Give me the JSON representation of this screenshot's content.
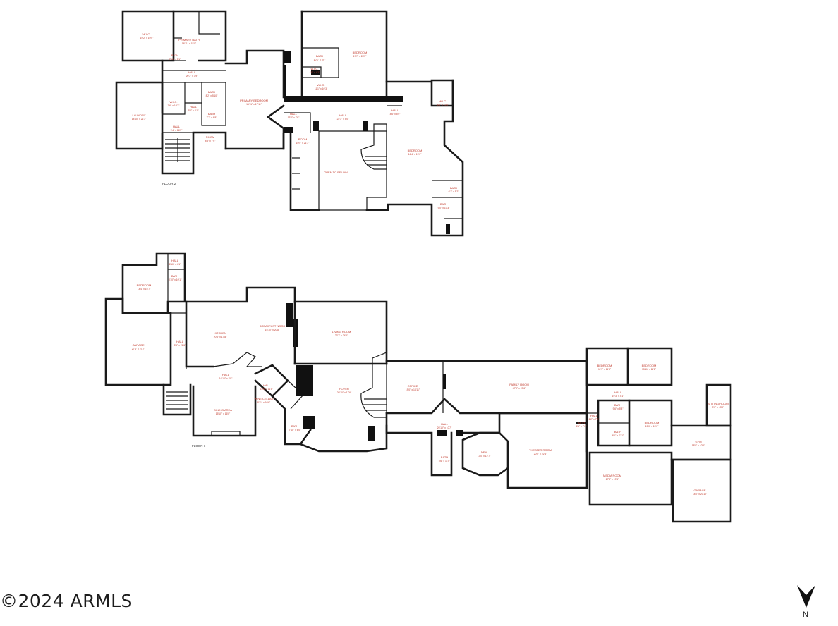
{
  "copyright": "©2024 ARMLS",
  "compass_letter": "N",
  "floor2": {
    "label": "FLOOR 2",
    "rooms": [
      {
        "name": "W.I.C.",
        "dim": "10'2\" x 10'0\""
      },
      {
        "name": "PRIMARY BATH",
        "dim": "16'11\" x 15'0\""
      },
      {
        "name": "BATH",
        "dim": "7'10\" x 5'1\""
      },
      {
        "name": "HALL",
        "dim": "20'7\" x 3'9\""
      },
      {
        "name": "PRIMARY BEDROOM",
        "dim": "16'11\" x 17'11\""
      },
      {
        "name": "LAUNDRY",
        "dim": "14'10\" x 21'3\""
      },
      {
        "name": "W.I.C.",
        "dim": "7'6\" x 10'2\""
      },
      {
        "name": "HALL",
        "dim": "5'6\" x 5'1\""
      },
      {
        "name": "BATH",
        "dim": "8'2\" x 5'10\""
      },
      {
        "name": "BATH",
        "dim": "7'7\" x 6'8\""
      },
      {
        "name": "HALL",
        "dim": "9'4\" x 16'3\""
      },
      {
        "name": "ROOM",
        "dim": "8'5\" x 7'6\""
      },
      {
        "name": "BATH",
        "dim": "10'1\" x 5'0\""
      },
      {
        "name": "W.I.C.",
        "dim": "4'6\" x 4'1\""
      },
      {
        "name": "W.I.C.",
        "dim": "11'1\" x 10'3\""
      },
      {
        "name": "BEDROOM",
        "dim": "17'7\" x 28'5\""
      },
      {
        "name": "HALL",
        "dim": "13'2\" x 7'6\""
      },
      {
        "name": "HALL",
        "dim": "22'3\" x 5'0\""
      },
      {
        "name": "HALL",
        "dim": "4'6\" x 5'0\""
      },
      {
        "name": "W.I.C.",
        "dim": "6'6\" x 10'0\""
      },
      {
        "name": "ROOM",
        "dim": "10'4\" x 21'3\""
      },
      {
        "name": "OPEN TO BELOW",
        "dim": ""
      },
      {
        "name": "BEDROOM",
        "dim": "16'4\" x 19'0\""
      },
      {
        "name": "BATH",
        "dim": "6'1\" x 5'2\""
      },
      {
        "name": "BATH",
        "dim": "9'0\" x 10'3\""
      }
    ]
  },
  "floor1": {
    "label": "FLOOR 1",
    "rooms": [
      {
        "name": "HALL",
        "dim": "6'10\" x 4'1\""
      },
      {
        "name": "BATH",
        "dim": "6'10\" x 10'1\""
      },
      {
        "name": "BEDROOM",
        "dim": "14'4\" x 16'7\""
      },
      {
        "name": "GARAGE",
        "dim": "27'1\" x 27'7\""
      },
      {
        "name": "HALL",
        "dim": "5'6\" x 26'6\""
      },
      {
        "name": "KITCHEN",
        "dim": "20'6\" x 17'8\""
      },
      {
        "name": "BREAKFAST NOOK",
        "dim": "16'10\" x 20'8\""
      },
      {
        "name": "LIVING ROOM",
        "dim": "23'7\" x 24'6\""
      },
      {
        "name": "HALL",
        "dim": "16'10\" x 3'9\""
      },
      {
        "name": "DINING AREA",
        "dim": "15'10\" x 16'0\""
      },
      {
        "name": "HALL",
        "dim": "10'6\" x 11'8\""
      },
      {
        "name": "WINE CELLAR",
        "dim": "8'11\" x 10'6\""
      },
      {
        "name": "BATH",
        "dim": "7'10\" x 6'0\""
      },
      {
        "name": "FOYER",
        "dim": "26'10\" x 17'6\""
      },
      {
        "name": "OFFICE",
        "dim": "19'0\" x 14'11\""
      },
      {
        "name": "FAMILY ROOM",
        "dim": "47'9\" x 20'6\""
      },
      {
        "name": "HALL",
        "dim": "26'10\" x 10'7\""
      },
      {
        "name": "BATH",
        "dim": "5'6\" x 11'0\""
      },
      {
        "name": "DEN",
        "dim": "13'0\" x 12'7\""
      },
      {
        "name": "THEATER ROOM",
        "dim": "20'0\" x 22'6\""
      },
      {
        "name": "BATH",
        "dim": "6'1\" x 7'6\""
      },
      {
        "name": "HALL",
        "dim": "2'2\" x 7'6\""
      },
      {
        "name": "BEDROOM",
        "dim": "11'7\" x 11'8\""
      },
      {
        "name": "BEDROOM",
        "dim": "15'11\" x 11'8\""
      },
      {
        "name": "HALL",
        "dim": "19'3\" x 4'1\""
      },
      {
        "name": "BATH",
        "dim": "9'6\" x 5'8\""
      },
      {
        "name": "BEDROOM",
        "dim": "15'0\" x 15'0\""
      },
      {
        "name": "BATH",
        "dim": "6'1\" x 7'11\""
      },
      {
        "name": "SITTING ROOM",
        "dim": "9'0\" x 13'0\""
      },
      {
        "name": "GYM",
        "dim": "18'0\" x 10'6\""
      },
      {
        "name": "MEDIA ROOM",
        "dim": "27'8\" x 19'6\""
      },
      {
        "name": "GARAGE",
        "dim": "18'0\" x 20'10\""
      }
    ]
  }
}
